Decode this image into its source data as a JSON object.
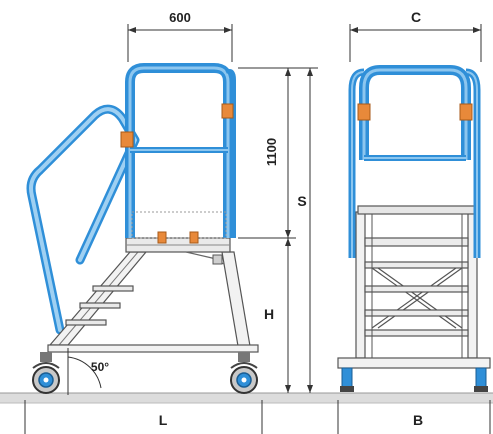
{
  "labels": {
    "width_top": "600",
    "width_c": "C",
    "height_platform_rail": "1100",
    "height_s": "S",
    "height_h": "H",
    "angle": "50°",
    "length_l": "L",
    "width_b": "B"
  },
  "colors": {
    "rail_blue": "#2f8fd8",
    "rail_blue_light": "#8cc6ef",
    "clamp_orange": "#e8893a",
    "frame_gray": "#8a8a8a",
    "floor_shade": "#d8d8d8",
    "line": "#333333"
  }
}
